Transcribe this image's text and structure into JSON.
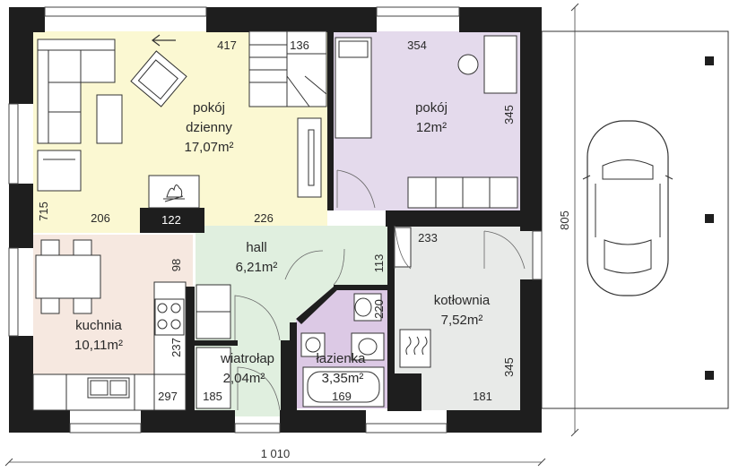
{
  "colors": {
    "living": "#fbf8d2",
    "bedroom": "#e4daec",
    "hall": "#e0efdf",
    "kitchen": "#f6e8e0",
    "boiler": "#e8eae8",
    "bathroom": "#dcc9e5",
    "wall": "#1e1e1e"
  },
  "rooms": {
    "living": {
      "name_line1": "pokój",
      "name_line2": "dzienny",
      "area": "17,07m²"
    },
    "bedroom": {
      "name": "pokój",
      "area": "12m²"
    },
    "hall": {
      "name": "hall",
      "area": "6,21m²"
    },
    "kitchen": {
      "name": "kuchnia",
      "area": "10,11m²"
    },
    "windbreak": {
      "name": "wiatrołap",
      "area": "2,04m²"
    },
    "bathroom": {
      "name": "łazienka",
      "area": "3,35m²"
    },
    "boiler": {
      "name": "kotłownia",
      "area": "7,52m²"
    }
  },
  "dims": {
    "d417": "417",
    "d136": "136",
    "d354": "354",
    "d345a": "345",
    "d715": "715",
    "d206": "206",
    "d122": "122",
    "d226": "226",
    "d98": "98",
    "d113": "113",
    "d233": "233",
    "d220": "220",
    "d237": "237",
    "d297": "297",
    "d185": "185",
    "d169": "169",
    "d181": "181",
    "d345b": "345"
  },
  "exterior": {
    "width": "1 010",
    "depth": "805"
  },
  "icons": [
    "arrow-left-icon",
    "fireplace-icon",
    "boiler-icon",
    "car-icon"
  ]
}
